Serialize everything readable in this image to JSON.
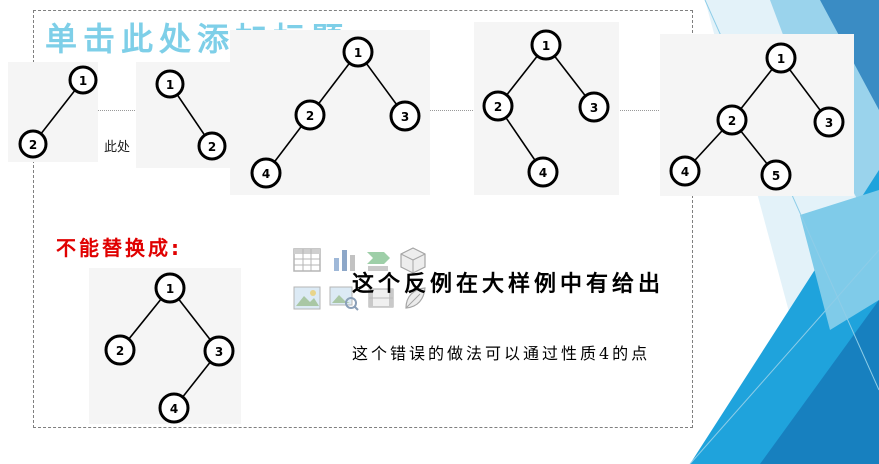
{
  "slide": {
    "title_placeholder": "单击此处添加标题",
    "body_hint": "此处",
    "red_label": "不能替换成:",
    "text_1": "这个反例在大样例中有给出",
    "text_2": "这个错误的做法可以通过性质4的点"
  },
  "trees": [
    {
      "nodes": [
        "1",
        "2"
      ]
    },
    {
      "nodes": [
        "1",
        "2"
      ]
    },
    {
      "nodes": [
        "1",
        "2",
        "3",
        "4"
      ]
    },
    {
      "nodes": [
        "1",
        "2",
        "3",
        "4"
      ]
    },
    {
      "nodes": [
        "1",
        "2",
        "3",
        "4",
        "5"
      ]
    },
    {
      "nodes": [
        "1",
        "2",
        "3",
        "4"
      ]
    }
  ],
  "content_icons": [
    "table-icon",
    "chart-icon",
    "smartart-icon",
    "3d-model-icon",
    "picture-icon",
    "online-picture-icon",
    "video-icon",
    "icons-icon"
  ],
  "colors": {
    "title_placeholder": "#7ecfe8",
    "red_label": "#e00000",
    "accent_blue": "#1e9fd6",
    "dark_blue": "#1565a8"
  }
}
